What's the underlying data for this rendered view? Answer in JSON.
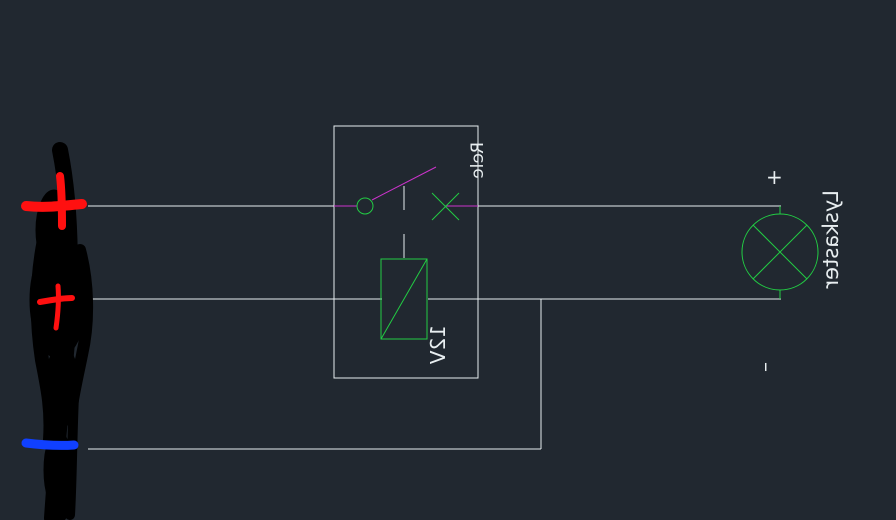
{
  "diagram": {
    "labels": {
      "relay": "Rele",
      "relay_voltage": "12V",
      "lamp": "Lyskaster",
      "lamp_plus": "+",
      "lamp_minus": "–"
    },
    "colors": {
      "background": "#212830",
      "wire": "#e8eef0",
      "contact": "#cc33cc",
      "component": "#22cc44",
      "marker_positive": "#ff1010",
      "marker_negative": "#1040ff",
      "scribble": "#000000"
    },
    "icons": {
      "relay_switch": "relay-switch-icon",
      "relay_coil": "relay-coil-icon",
      "lamp": "lamp-icon"
    }
  }
}
